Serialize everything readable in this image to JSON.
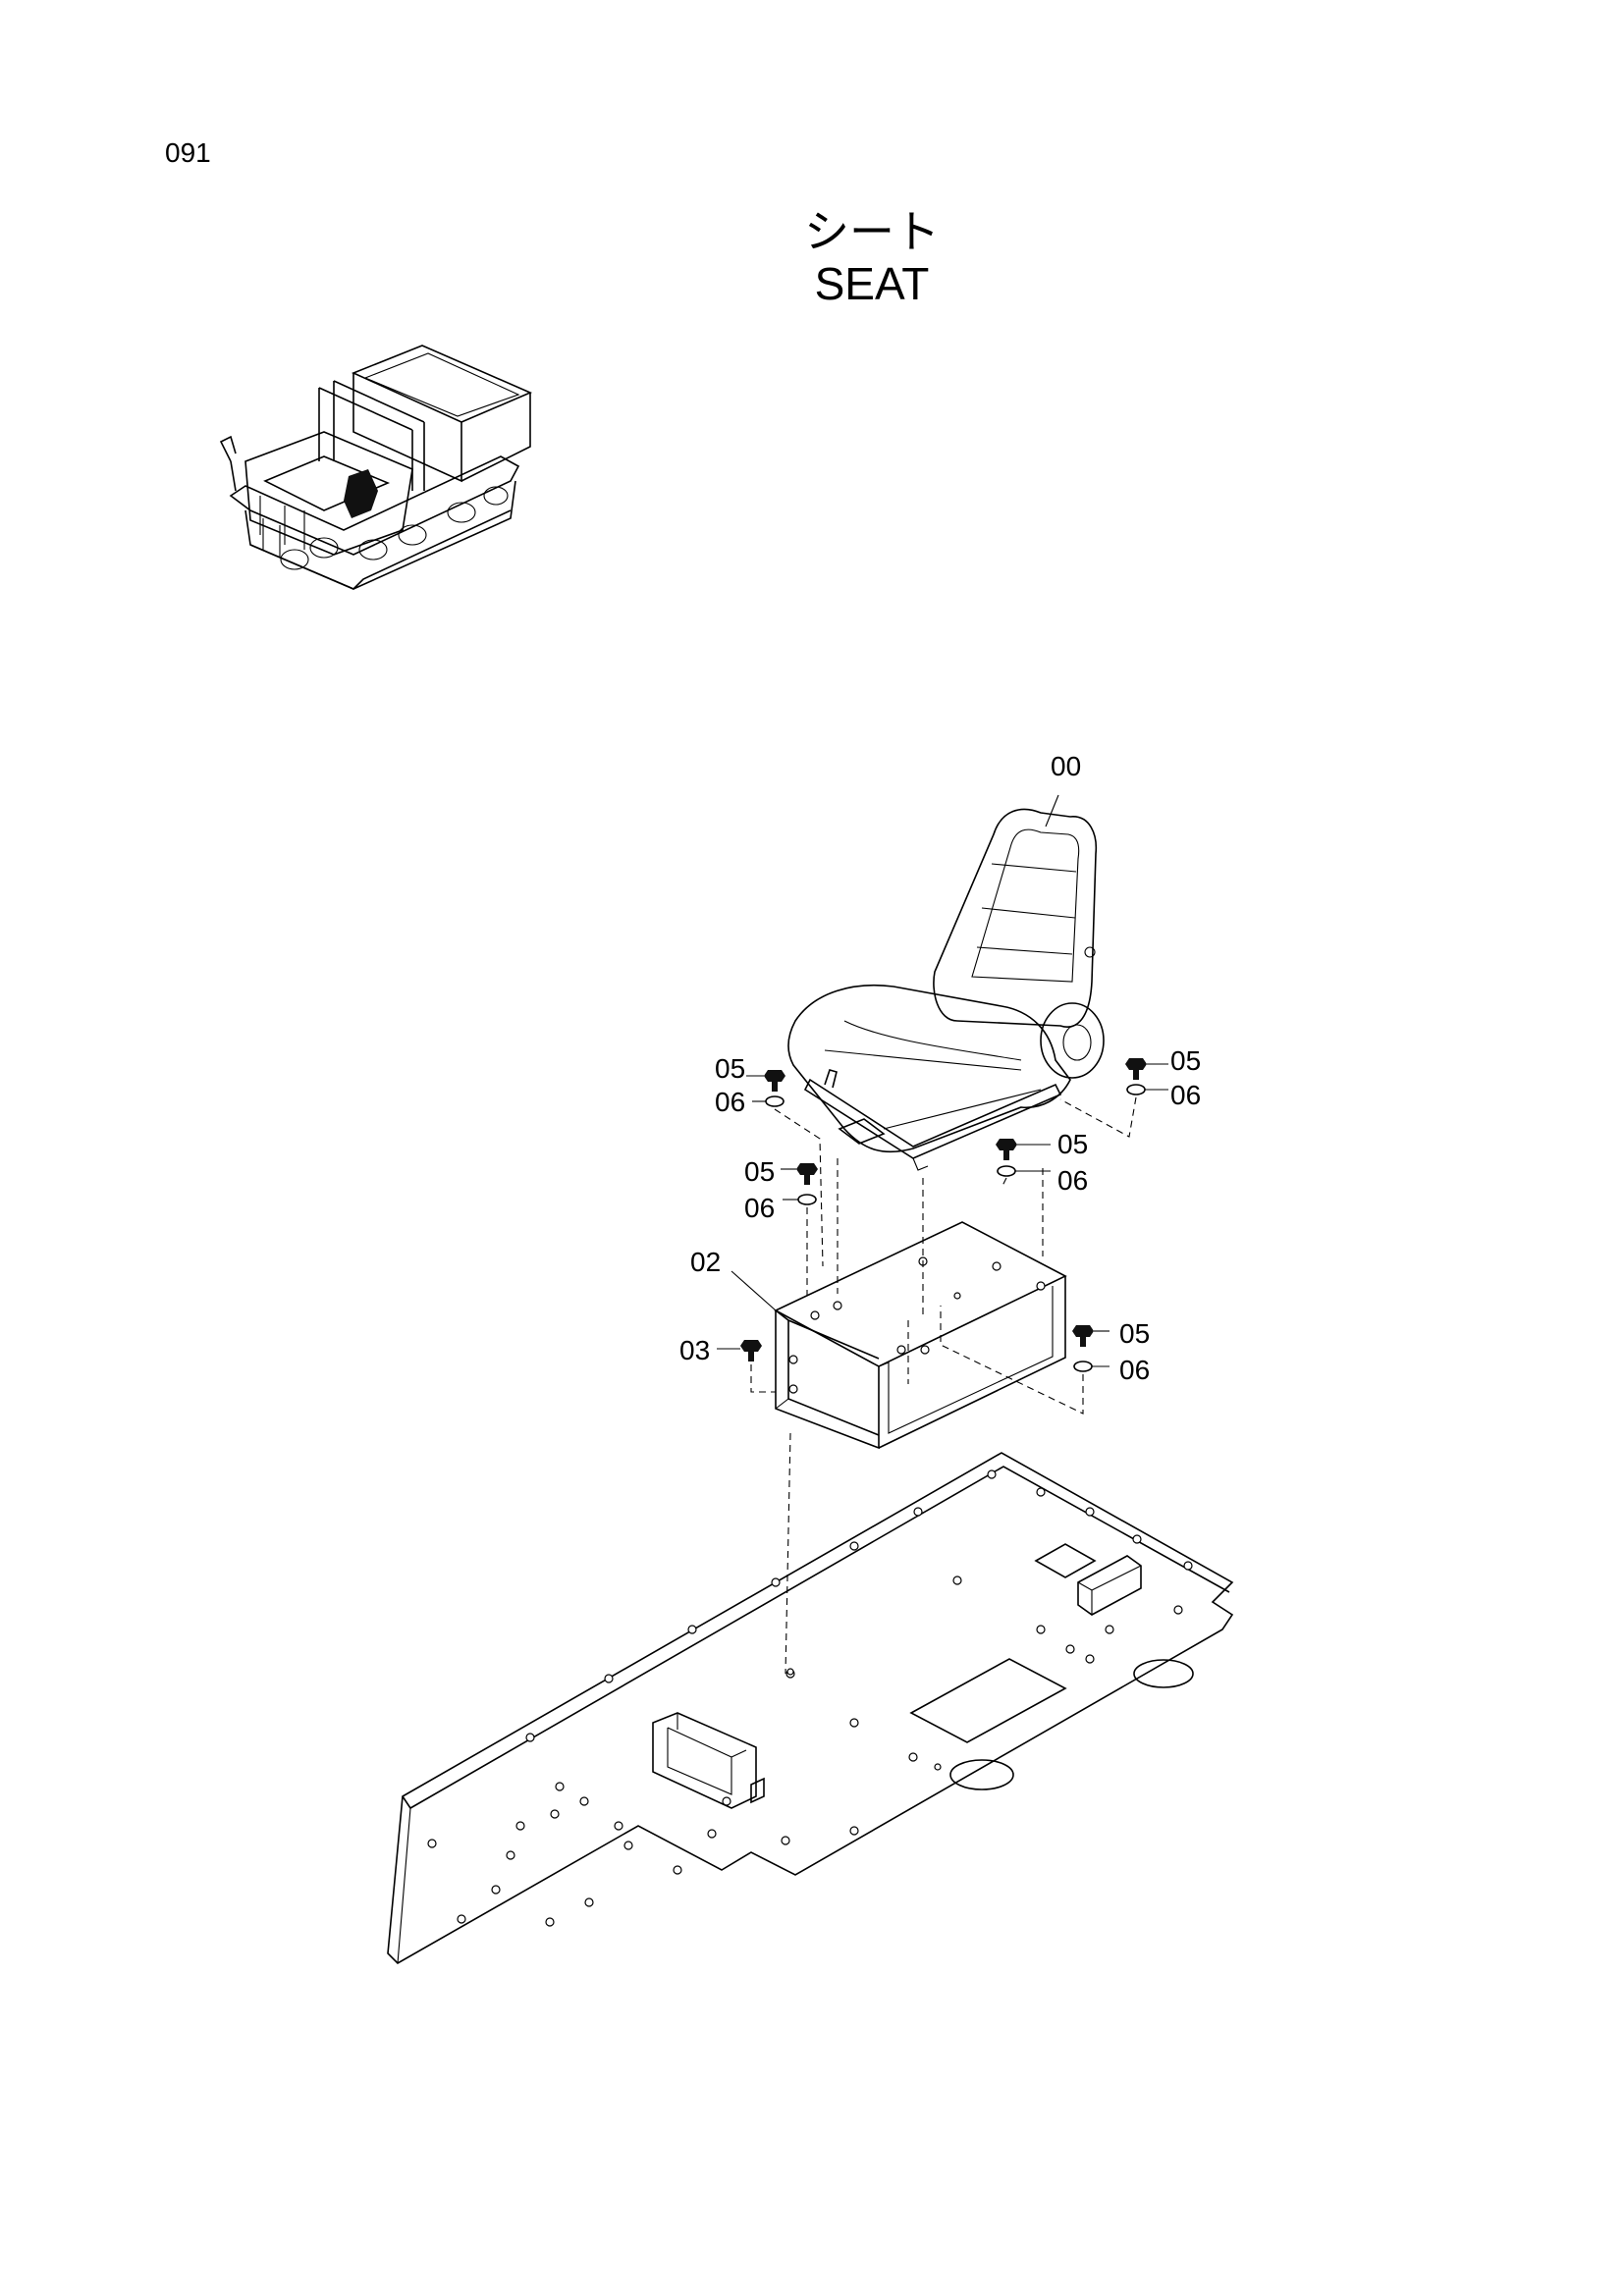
{
  "page": {
    "number": "091",
    "title_jp": "シート",
    "title_en": "SEAT"
  },
  "callouts": {
    "seat": "00",
    "seat_base": "02",
    "bolt_base": "03",
    "bolt_a": "05",
    "washer_a": "06",
    "bolt_b": "05",
    "washer_b": "06",
    "bolt_c": "05",
    "washer_c": "06",
    "bolt_d": "05",
    "washer_d": "06",
    "bolt_e": "05",
    "washer_e": "06"
  },
  "icons": {
    "thumbnail": "carrier-vehicle-icon"
  }
}
